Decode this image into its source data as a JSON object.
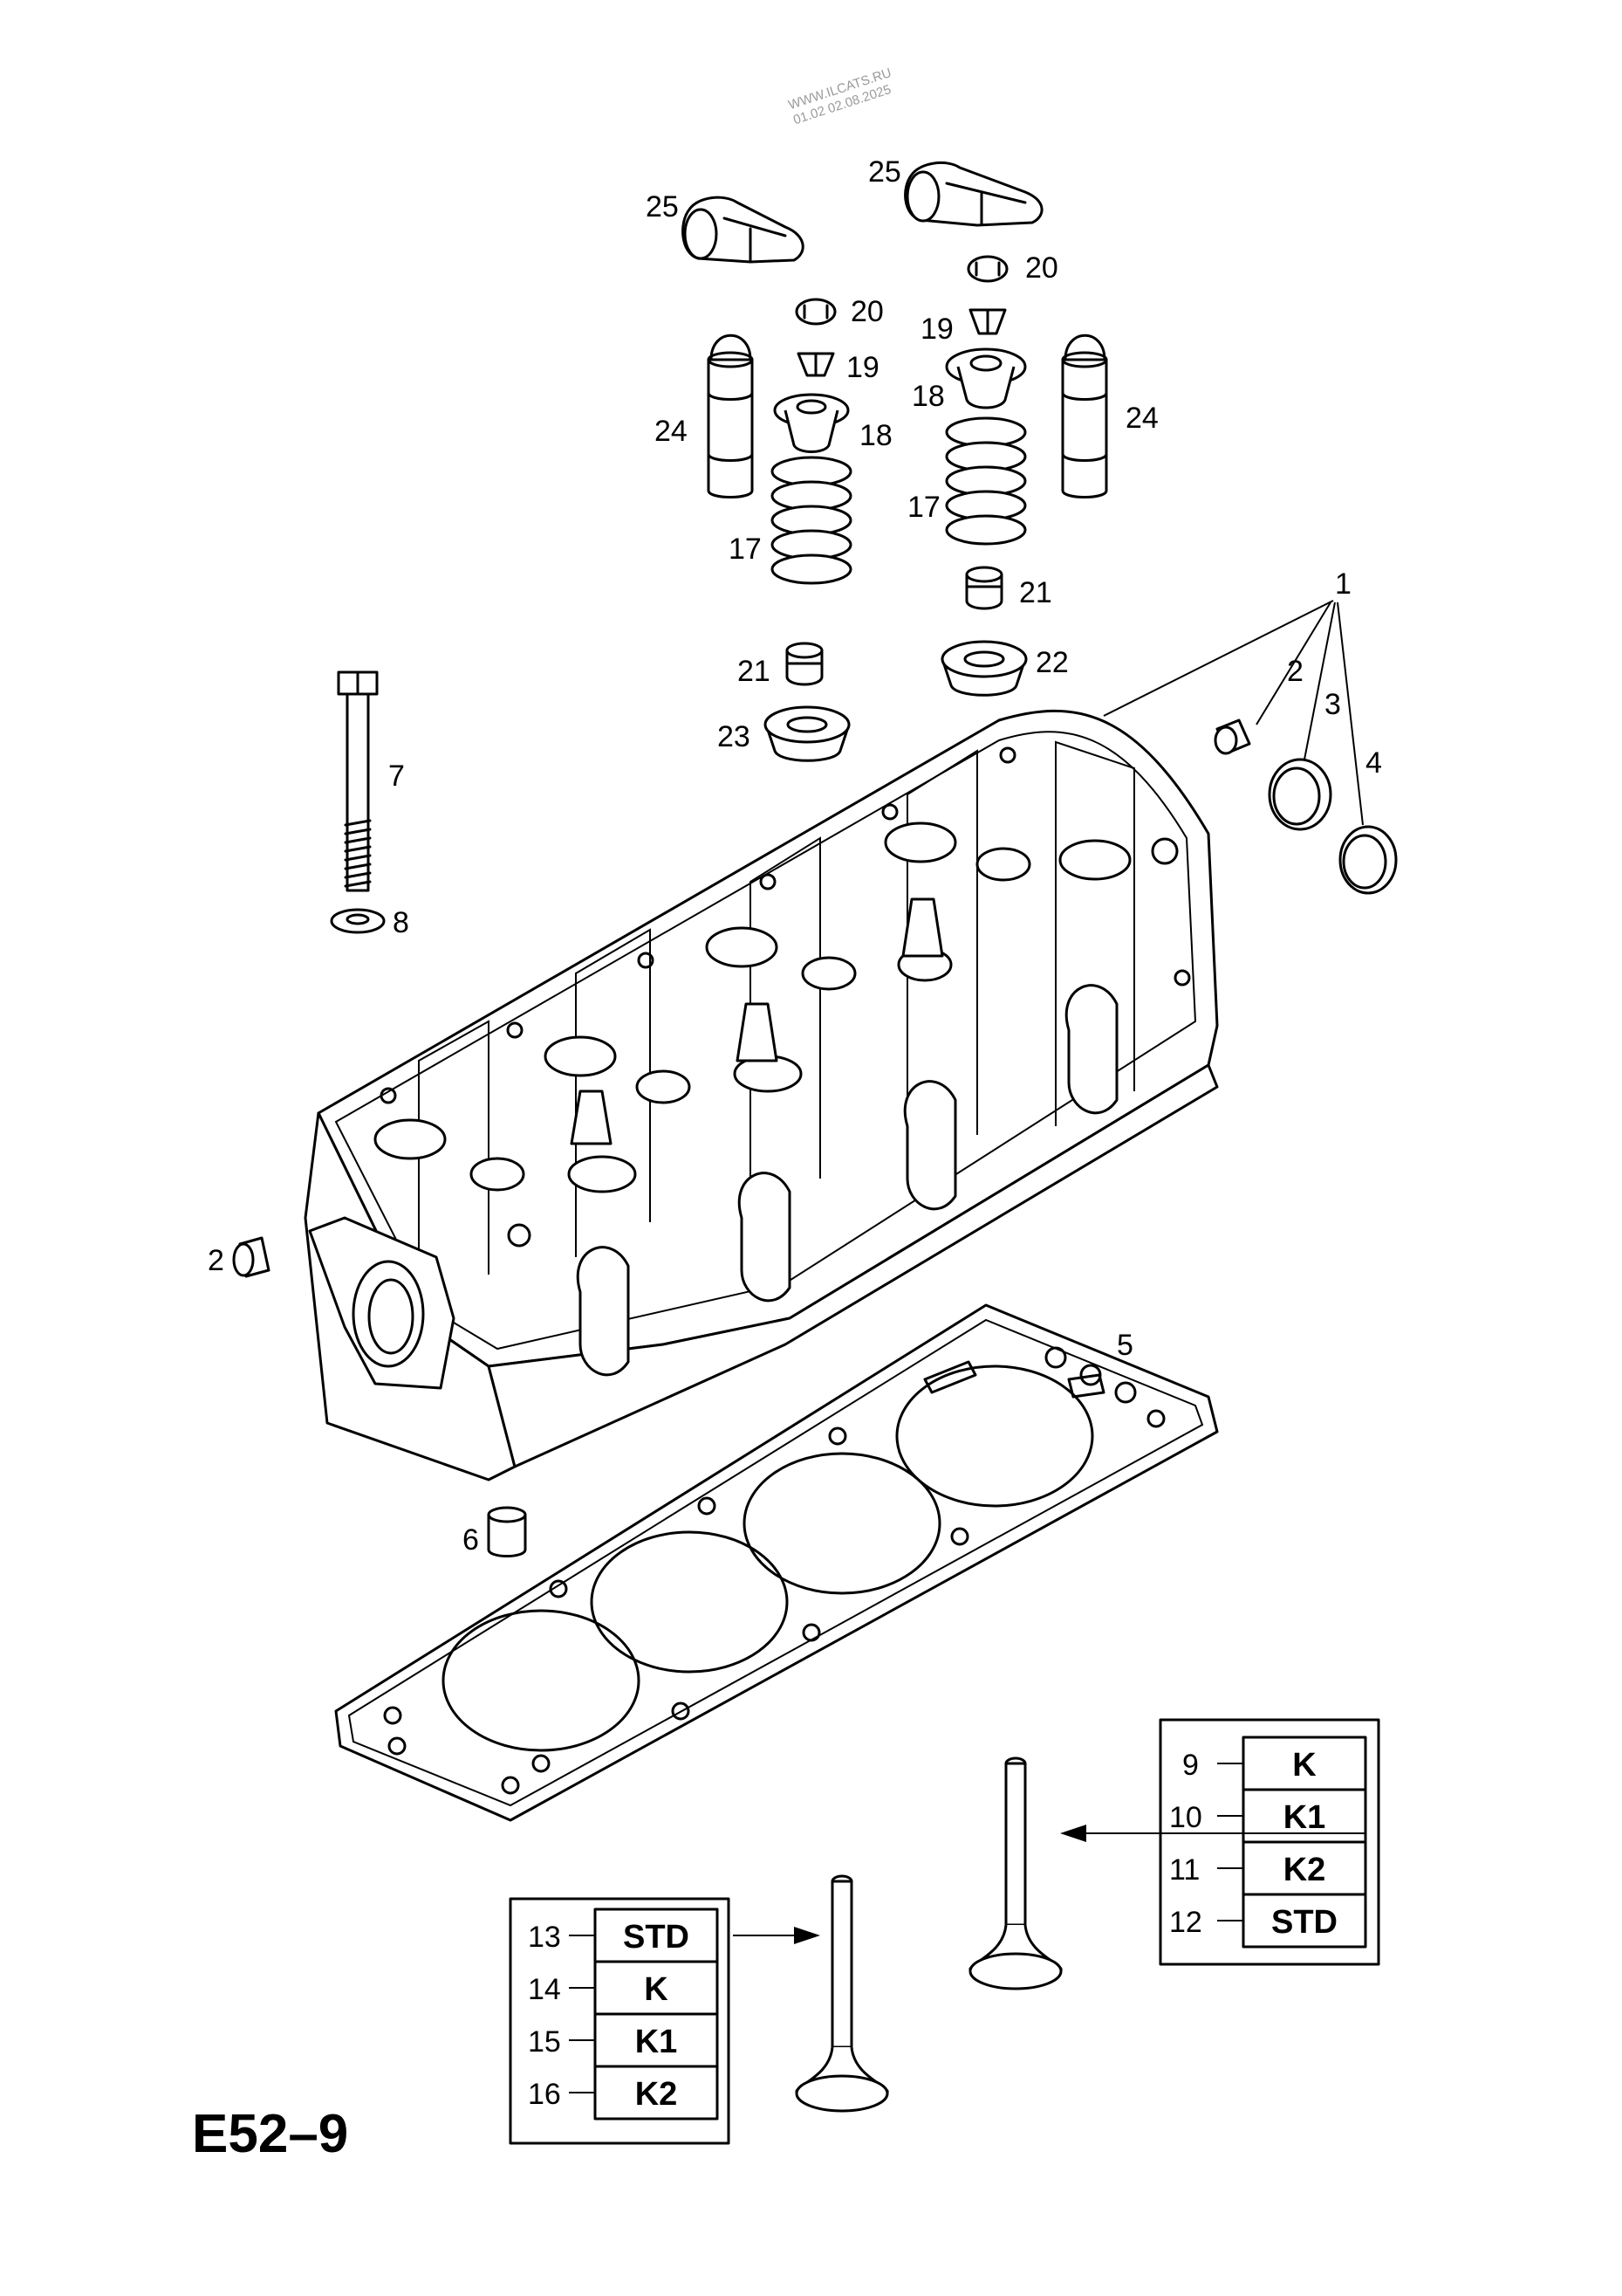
{
  "watermark": {
    "line1": "WWW.ILCATS.RU",
    "line2": "01.02 02.08.2025"
  },
  "figure_id": "E52–9",
  "callouts": {
    "c25a": "25",
    "c25b": "25",
    "c20a": "20",
    "c20b": "20",
    "c19a": "19",
    "c19b": "19",
    "c18a": "18",
    "c18b": "18",
    "c24a": "24",
    "c24b": "24",
    "c17a": "17",
    "c17b": "17",
    "c21a": "21",
    "c21b": "21",
    "c22": "22",
    "c23": "23",
    "c1": "1",
    "c2a": "2",
    "c2b": "2",
    "c3": "3",
    "c4": "4",
    "c5": "5",
    "c6": "6",
    "c7": "7",
    "c8": "8"
  },
  "valve_table_right": [
    {
      "num": "9",
      "code": "K"
    },
    {
      "num": "10",
      "code": "K1"
    },
    {
      "num": "11",
      "code": "K2"
    },
    {
      "num": "12",
      "code": "STD"
    }
  ],
  "valve_table_left": [
    {
      "num": "13",
      "code": "STD"
    },
    {
      "num": "14",
      "code": "K"
    },
    {
      "num": "15",
      "code": "K1"
    },
    {
      "num": "16",
      "code": "K2"
    }
  ]
}
